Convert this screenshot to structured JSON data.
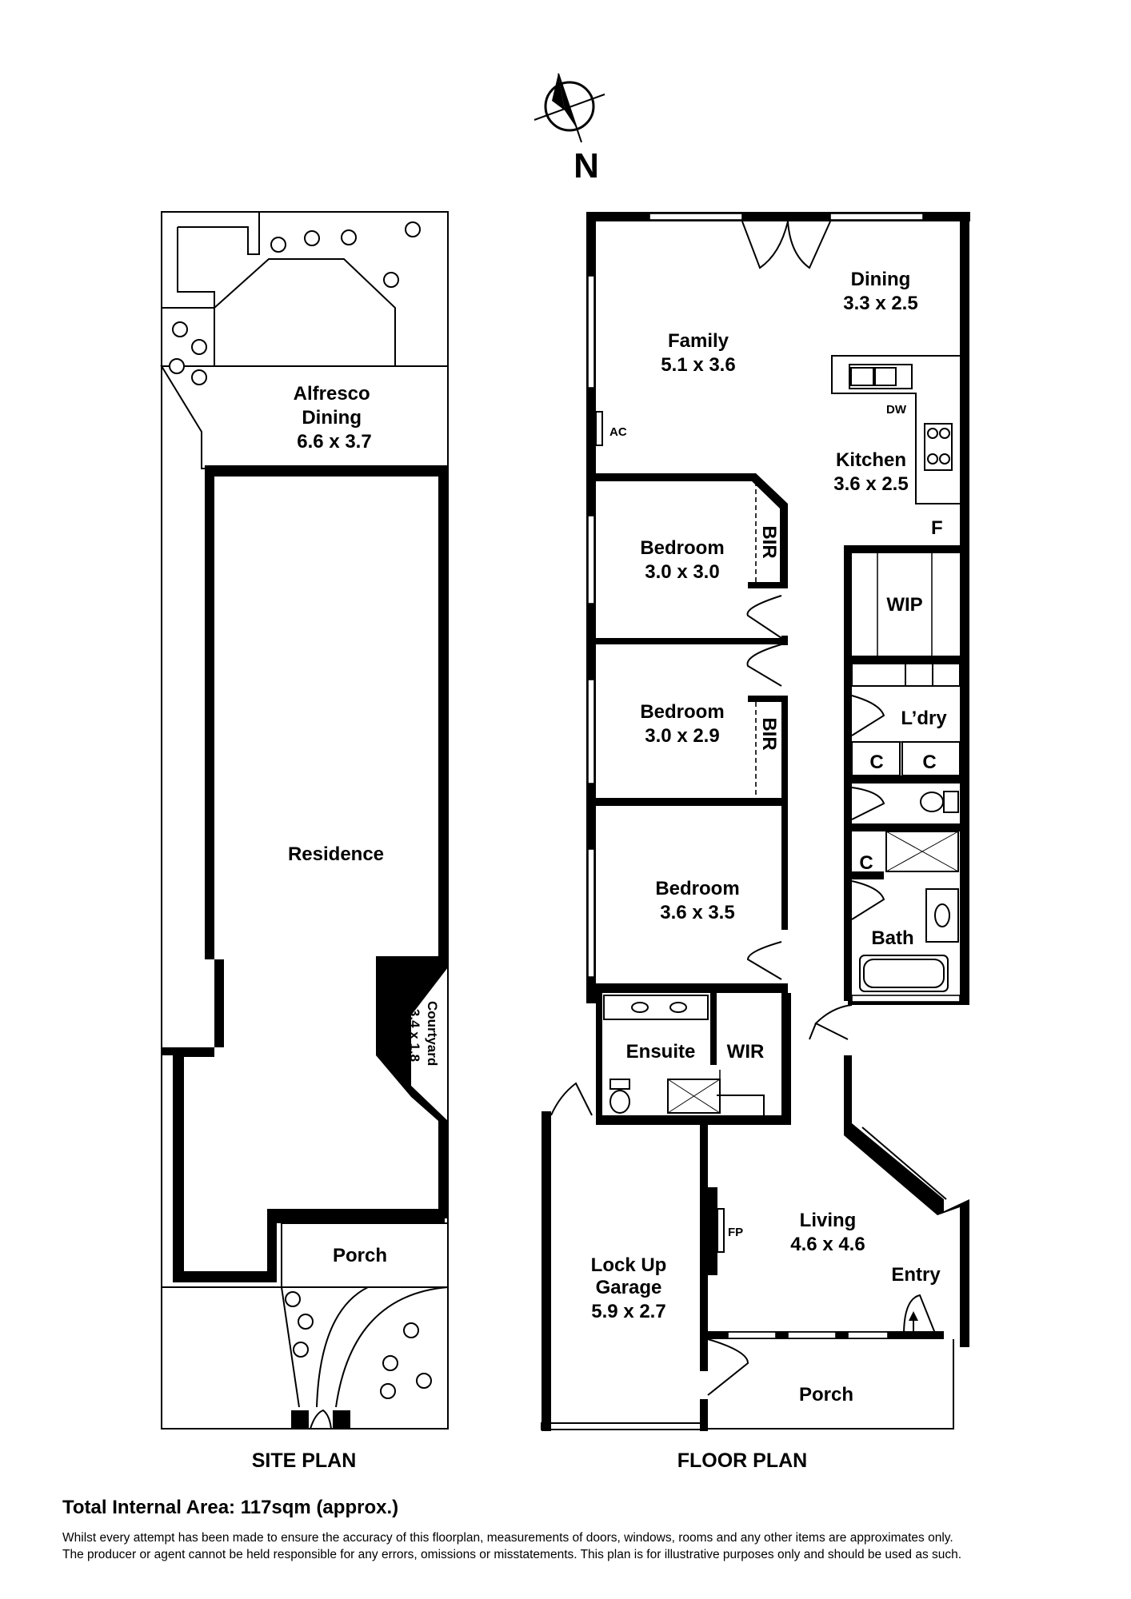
{
  "compass": {
    "label": "N",
    "icon": "north-arrow-icon"
  },
  "site_plan": {
    "caption": "SITE PLAN",
    "areas": [
      {
        "id": "alfresco",
        "lines": [
          "Alfresco",
          "Dining",
          "6.6 x 3.7"
        ]
      },
      {
        "id": "residence",
        "lines": [
          "Residence"
        ]
      },
      {
        "id": "courtyard",
        "lines": [
          "Courtyard",
          "3.4 x 1.8"
        ]
      },
      {
        "id": "porch",
        "lines": [
          "Porch"
        ]
      }
    ]
  },
  "floor_plan": {
    "caption": "FLOOR PLAN",
    "rooms": [
      {
        "id": "dining",
        "name": "Dining",
        "dims": "3.3 x 2.5"
      },
      {
        "id": "family",
        "name": "Family",
        "dims": "5.1 x 3.6"
      },
      {
        "id": "kitchen",
        "name": "Kitchen",
        "dims": "3.6 x 2.5"
      },
      {
        "id": "bedroom-1",
        "name": "Bedroom",
        "dims": "3.0 x 3.0"
      },
      {
        "id": "bedroom-2",
        "name": "Bedroom",
        "dims": "3.0 x 2.9"
      },
      {
        "id": "bedroom-3",
        "name": "Bedroom",
        "dims": "3.6 x 3.5"
      },
      {
        "id": "living",
        "name": "Living",
        "dims": "4.6 x 4.6"
      },
      {
        "id": "garage",
        "name": "Lock Up Garage",
        "dims": "5.9 x 2.7"
      }
    ],
    "labels": {
      "ac": "AC",
      "dw": "DW",
      "fridge": "F",
      "wip": "WIP",
      "laundry": "L’dry",
      "cupboard": "C",
      "bath": "Bath",
      "ensuite": "Ensuite",
      "wir": "WIR",
      "bir": "BIR",
      "fireplace": "FP",
      "entry": "Entry",
      "porch": "Porch",
      "garage_line1": "Lock Up",
      "garage_line2": "Garage"
    }
  },
  "total_area": "Total Internal Area: 117sqm (approx.)",
  "disclaimer": [
    "Whilst every attempt has been made to ensure the accuracy of this floorplan, measurements of doors, windows, rooms and any other items are approximates only.",
    "The producer or agent cannot be held responsible for any errors, omissions or misstatements. This plan is for illustrative purposes only and should be used as such."
  ]
}
